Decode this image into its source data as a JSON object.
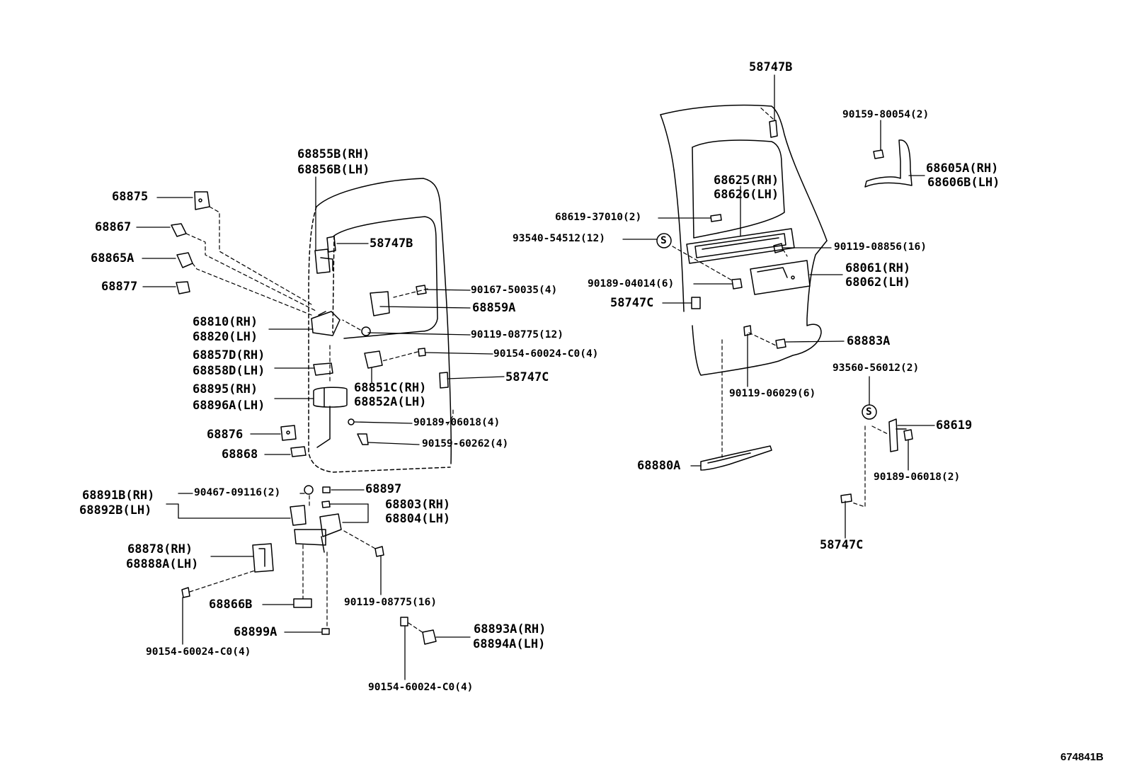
{
  "figure_id": "674841B",
  "colors": {
    "line": "#000000",
    "background": "#ffffff"
  },
  "labels": {
    "p68875": "68875",
    "p68867": "68867",
    "p68865A": "68865A",
    "p68877": "68877",
    "p68855B_RH": "68855B(RH)",
    "p68856B_LH": "68856B(LH)",
    "p58747B_left": "58747B",
    "p90167_50035": "90167-50035(4)",
    "p68859A": "68859A",
    "p68810_RH": "68810(RH)",
    "p68820_LH": "68820(LH)",
    "p90119_08775_12": "90119-08775(12)",
    "p68857D_RH": "68857D(RH)",
    "p68858D_LH": "68858D(LH)",
    "p90154_60024_top": "90154-60024-C0(4)",
    "p58747C_left": "58747C",
    "p68895_RH": "68895(RH)",
    "p68896A_LH": "68896A(LH)",
    "p68851C_RH": "68851C(RH)",
    "p68852A_LH": "68852A(LH)",
    "p90189_06018_4": "90189-06018(4)",
    "p68876": "68876",
    "p90159_60262": "90159-60262(4)",
    "p68868": "68868",
    "p68891B_RH": "68891B(RH)",
    "p68892B_LH": "68892B(LH)",
    "p90467_09116": "90467-09116(2)",
    "p68897": "68897",
    "p68803_RH": "68803(RH)",
    "p68804_LH": "68804(LH)",
    "p68878_RH": "68878(RH)",
    "p68888A_LH": "68888A(LH)",
    "p68866B": "68866B",
    "p90119_08775_16": "90119-08775(16)",
    "p68899A": "68899A",
    "p90154_60024_bl": "90154-60024-C0(4)",
    "p68893A_RH": "68893A(RH)",
    "p68894A_LH": "68894A(LH)",
    "p90154_60024_bc": "90154-60024-C0(4)",
    "p58747B_right": "58747B",
    "p90159_80054": "90159-80054(2)",
    "p68605A_RH": "68605A(RH)",
    "p68606B_LH": "68606B(LH)",
    "p68625_RH": "68625(RH)",
    "p68626_LH": "68626(LH)",
    "p68619_37010": "68619-37010(2)",
    "p93540_54512": "93540-54512(12)",
    "p90119_08856": "90119-08856(16)",
    "p68061_RH": "68061(RH)",
    "p68062_LH": "68062(LH)",
    "p90189_04014": "90189-04014(6)",
    "p58747C_mid": "58747C",
    "p68883A": "68883A",
    "p93560_56012": "93560-56012(2)",
    "p90119_06029": "90119-06029(6)",
    "p68619": "68619",
    "p90189_06018_2": "90189-06018(2)",
    "p68880A": "68880A",
    "p58747C_right": "58747C",
    "s_mark_1": "S",
    "s_mark_2": "S"
  }
}
